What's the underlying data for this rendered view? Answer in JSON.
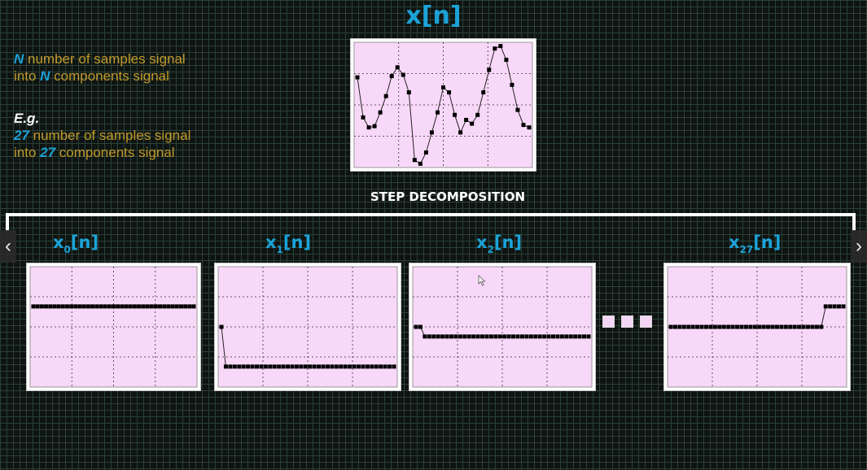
{
  "title": "x[n]",
  "notes": {
    "line1_hl": "N",
    "line1_rest": " number of samples signal",
    "line2_pre": "into ",
    "line2_hl": "N",
    "line2_rest": " components signal",
    "eg": "E.g.",
    "line3_hl": "27",
    "line3_rest": " number of samples signal",
    "line4_pre": "into ",
    "line4_hl": "27",
    "line4_rest": " components signal"
  },
  "step_label": "STEP  DECOMPOSITION",
  "components": [
    {
      "base": "x",
      "sub": "0",
      "suffix": "[n]"
    },
    {
      "base": "x",
      "sub": "1",
      "suffix": "[n]"
    },
    {
      "base": "x",
      "sub": "2",
      "suffix": "[n]"
    },
    {
      "base": "x",
      "sub": "27",
      "suffix": "[n]"
    }
  ],
  "colors": {
    "accent": "#1ba3d8",
    "note": "#c19a2a",
    "plot_bg": "#f8d8f8"
  },
  "chart_data": [
    {
      "type": "line",
      "name": "x[n]",
      "ylim": [
        0,
        1
      ],
      "values": [
        0.72,
        0.4,
        0.32,
        0.33,
        0.44,
        0.57,
        0.73,
        0.8,
        0.74,
        0.6,
        0.06,
        0.03,
        0.12,
        0.28,
        0.44,
        0.64,
        0.6,
        0.42,
        0.28,
        0.38,
        0.35,
        0.42,
        0.6,
        0.78,
        0.95,
        0.97,
        0.86,
        0.66,
        0.46,
        0.34,
        0.32
      ]
    },
    {
      "type": "line",
      "name": "x0[n]",
      "ylim": [
        0,
        1
      ],
      "values": [
        0.67,
        0.67,
        0.67,
        0.67,
        0.67,
        0.67,
        0.67,
        0.67,
        0.67,
        0.67,
        0.67,
        0.67,
        0.67,
        0.67,
        0.67,
        0.67,
        0.67,
        0.67,
        0.67,
        0.67,
        0.67,
        0.67,
        0.67,
        0.67,
        0.67,
        0.67,
        0.67,
        0.67,
        0.67,
        0.67,
        0.67,
        0.67,
        0.67,
        0.67,
        0.67,
        0.67,
        0.67,
        0.67,
        0.67
      ]
    },
    {
      "type": "line",
      "name": "x1[n]",
      "ylim": [
        0,
        1
      ],
      "values": [
        0.5,
        0.17,
        0.17,
        0.17,
        0.17,
        0.17,
        0.17,
        0.17,
        0.17,
        0.17,
        0.17,
        0.17,
        0.17,
        0.17,
        0.17,
        0.17,
        0.17,
        0.17,
        0.17,
        0.17,
        0.17,
        0.17,
        0.17,
        0.17,
        0.17,
        0.17,
        0.17,
        0.17,
        0.17,
        0.17,
        0.17,
        0.17,
        0.17,
        0.17,
        0.17,
        0.17,
        0.17,
        0.17,
        0.17,
        0.17
      ]
    },
    {
      "type": "line",
      "name": "x2[n]",
      "ylim": [
        0,
        1
      ],
      "values": [
        0.5,
        0.5,
        0.42,
        0.42,
        0.42,
        0.42,
        0.42,
        0.42,
        0.42,
        0.42,
        0.42,
        0.42,
        0.42,
        0.42,
        0.42,
        0.42,
        0.42,
        0.42,
        0.42,
        0.42,
        0.42,
        0.42,
        0.42,
        0.42,
        0.42,
        0.42,
        0.42,
        0.42,
        0.42,
        0.42,
        0.42,
        0.42,
        0.42,
        0.42,
        0.42,
        0.42,
        0.42,
        0.42,
        0.42,
        0.42
      ]
    },
    {
      "type": "line",
      "name": "x27[n]",
      "ylim": [
        0,
        1
      ],
      "values": [
        0.5,
        0.5,
        0.5,
        0.5,
        0.5,
        0.5,
        0.5,
        0.5,
        0.5,
        0.5,
        0.5,
        0.5,
        0.5,
        0.5,
        0.5,
        0.5,
        0.5,
        0.5,
        0.5,
        0.5,
        0.5,
        0.5,
        0.5,
        0.5,
        0.5,
        0.5,
        0.5,
        0.5,
        0.5,
        0.5,
        0.5,
        0.5,
        0.5,
        0.5,
        0.5,
        0.67,
        0.67,
        0.67,
        0.67,
        0.67
      ]
    }
  ]
}
